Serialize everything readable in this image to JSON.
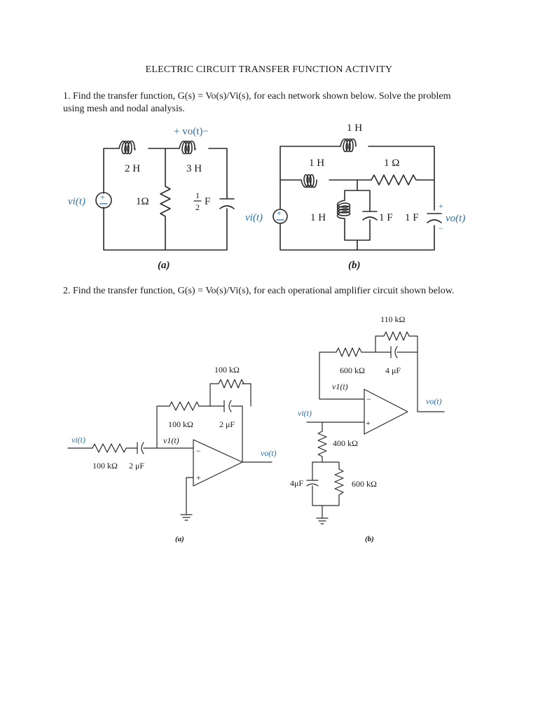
{
  "document": {
    "title": "ELECTRIC CIRCUIT TRANSFER FUNCTION ACTIVITY",
    "question1": "1. Find the transfer function, G(s) = Vo(s)/Vi(s), for each network shown below. Solve the problem using mesh and nodal analysis.",
    "question2": "2. Find the transfer function, G(s) = Vo(s)/Vi(s), for each operational amplifier circuit shown below."
  },
  "circuit1a": {
    "caption": "(a)",
    "source_label": "vi(t)",
    "output_label": "+ vo(t)−",
    "inductor1": "2 H",
    "inductor2": "3 H",
    "resistor": "1Ω",
    "capacitor_num": "1",
    "capacitor_den": "2",
    "capacitor_unit": "F"
  },
  "circuit1b": {
    "caption": "(b)",
    "source_label": "vi(t)",
    "output_label": "vo(t)",
    "top_inductor": "1 H",
    "mid_inductor": "1 H",
    "resistor": "1 Ω",
    "shunt_inductor": "1 H",
    "shunt_capacitor": "1 F",
    "output_capacitor": "1 F",
    "plus": "+",
    "minus": "−"
  },
  "circuit2a": {
    "caption": "(a)",
    "input_label": "vi(t)",
    "output_label": "vo(t)",
    "node_label": "v1(t)",
    "input_resistor": "100 kΩ",
    "input_capacitor": "2 μF",
    "fb_resistor_series": "100 kΩ",
    "fb_capacitor": "2 μF",
    "fb_resistor_parallel": "100 kΩ",
    "plus": "+",
    "minus": "−"
  },
  "circuit2b": {
    "caption": "(b)",
    "input_label": "vi(t)",
    "output_label": "vo(t)",
    "node_label": "v1(t)",
    "fb_resistor_series": "600 kΩ",
    "fb_capacitor": "4 μF",
    "fb_resistor_parallel": "110 kΩ",
    "shunt_resistor": "400 kΩ",
    "shunt_capacitor": "4μF",
    "shunt_resistor2": "600 kΩ",
    "plus": "+",
    "minus": "−"
  }
}
